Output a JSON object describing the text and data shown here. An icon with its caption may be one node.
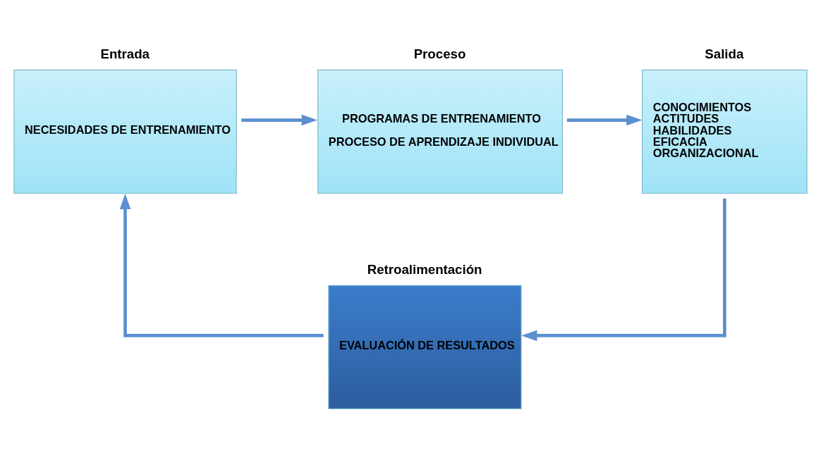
{
  "diagram": {
    "nodes": [
      {
        "text": [
          "Entrada",
          "NECESIDADES DE ENTRENAMIENTO"
        ]
      },
      {
        "text": [
          "Proceso",
          "PROGRAMAS DE ENTRENAMIENTO",
          "PROCESO DE APRENDIZAJE INDIVIDUAL"
        ]
      },
      {
        "text": [
          "Salida",
          "CONOCIMIENTOS",
          "ACTITUDES",
          "HABILIDADES",
          "EFICACIA",
          "ORGANIZACIONAL"
        ]
      },
      {
        "text": [
          "Retroalimentación",
          "EVALUACIÓN DE RESULTADOS"
        ]
      }
    ],
    "edges": [
      {
        "from": 0,
        "to": 1,
        "arrow": "to"
      },
      {
        "from": 1,
        "to": 2,
        "arrow": "to"
      },
      {
        "from": 2,
        "to": 3,
        "arrow": "to"
      },
      {
        "from": 3,
        "to": 0,
        "arrow": "to"
      }
    ]
  }
}
